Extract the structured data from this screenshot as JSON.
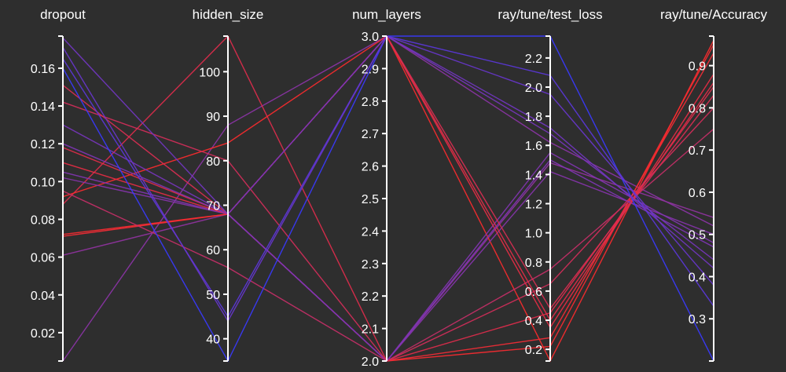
{
  "chart_data": {
    "type": "parallel_coordinates",
    "title": "",
    "dimensions": [
      {
        "key": "dropout",
        "label": "dropout",
        "range": [
          0.005,
          0.177
        ],
        "ticks": [
          "0.02",
          "0.04",
          "0.06",
          "0.08",
          "0.10",
          "0.12",
          "0.14",
          "0.16"
        ]
      },
      {
        "key": "hidden_size",
        "label": "hidden_size",
        "range": [
          35,
          108
        ],
        "ticks": [
          "40",
          "50",
          "60",
          "70",
          "80",
          "90",
          "100"
        ]
      },
      {
        "key": "num_layers",
        "label": "num_layers",
        "range": [
          2.0,
          3.0
        ],
        "ticks": [
          "2.0",
          "2.1",
          "2.2",
          "2.3",
          "2.4",
          "2.5",
          "2.6",
          "2.7",
          "2.8",
          "2.9",
          "3.0"
        ]
      },
      {
        "key": "test_loss",
        "label": "ray/tune/test_loss",
        "range": [
          0.12,
          2.35
        ],
        "ticks": [
          "0.2",
          "0.4",
          "0.6",
          "0.8",
          "1.0",
          "1.2",
          "1.4",
          "1.6",
          "1.8",
          "2.0",
          "2.2"
        ]
      },
      {
        "key": "accuracy",
        "label": "ray/tune/Accuracy",
        "range": [
          0.2,
          0.97
        ],
        "ticks": [
          "0.3",
          "0.4",
          "0.5",
          "0.6",
          "0.7",
          "0.8",
          "0.9"
        ]
      }
    ],
    "color_scale": {
      "low": "#3a3aff",
      "high": "#ff2b2b"
    },
    "trials": [
      {
        "dropout": 0.005,
        "hidden_size": 88,
        "num_layers": 3.0,
        "test_loss": 1.62,
        "accuracy": 0.52
      },
      {
        "dropout": 0.061,
        "hidden_size": 68,
        "num_layers": 2.0,
        "test_loss": 1.48,
        "accuracy": 0.54
      },
      {
        "dropout": 0.071,
        "hidden_size": 68,
        "num_layers": 2.0,
        "test_loss": 0.28,
        "accuracy": 0.93
      },
      {
        "dropout": 0.072,
        "hidden_size": 68,
        "num_layers": 2.0,
        "test_loss": 0.22,
        "accuracy": 0.95
      },
      {
        "dropout": 0.088,
        "hidden_size": 108,
        "num_layers": 2.0,
        "test_loss": 0.45,
        "accuracy": 0.85
      },
      {
        "dropout": 0.092,
        "hidden_size": 84,
        "num_layers": 3.0,
        "test_loss": 0.12,
        "accuracy": 0.96
      },
      {
        "dropout": 0.095,
        "hidden_size": 56,
        "num_layers": 2.0,
        "test_loss": 0.75,
        "accuracy": 0.75
      },
      {
        "dropout": 0.102,
        "hidden_size": 68,
        "num_layers": 2.0,
        "test_loss": 1.42,
        "accuracy": 0.5
      },
      {
        "dropout": 0.105,
        "hidden_size": 68,
        "num_layers": 2.0,
        "test_loss": 1.55,
        "accuracy": 0.48
      },
      {
        "dropout": 0.11,
        "hidden_size": 68,
        "num_layers": 3.0,
        "test_loss": 0.35,
        "accuracy": 0.88
      },
      {
        "dropout": 0.118,
        "hidden_size": 68,
        "num_layers": 3.0,
        "test_loss": 0.4,
        "accuracy": 0.86
      },
      {
        "dropout": 0.12,
        "hidden_size": 68,
        "num_layers": 2.0,
        "test_loss": 1.5,
        "accuracy": 0.47
      },
      {
        "dropout": 0.13,
        "hidden_size": 68,
        "num_layers": 3.0,
        "test_loss": 1.68,
        "accuracy": 0.44
      },
      {
        "dropout": 0.142,
        "hidden_size": 80,
        "num_layers": 2.0,
        "test_loss": 0.65,
        "accuracy": 0.8
      },
      {
        "dropout": 0.151,
        "hidden_size": 68,
        "num_layers": 3.0,
        "test_loss": 0.48,
        "accuracy": 0.83
      },
      {
        "dropout": 0.16,
        "hidden_size": 35,
        "num_layers": 3.0,
        "test_loss": 2.35,
        "accuracy": 0.2
      },
      {
        "dropout": 0.165,
        "hidden_size": 45,
        "num_layers": 3.0,
        "test_loss": 2.08,
        "accuracy": 0.33
      },
      {
        "dropout": 0.171,
        "hidden_size": 44,
        "num_layers": 3.0,
        "test_loss": 1.95,
        "accuracy": 0.38
      },
      {
        "dropout": 0.176,
        "hidden_size": 68,
        "num_layers": 3.0,
        "test_loss": 1.72,
        "accuracy": 0.42
      }
    ]
  }
}
